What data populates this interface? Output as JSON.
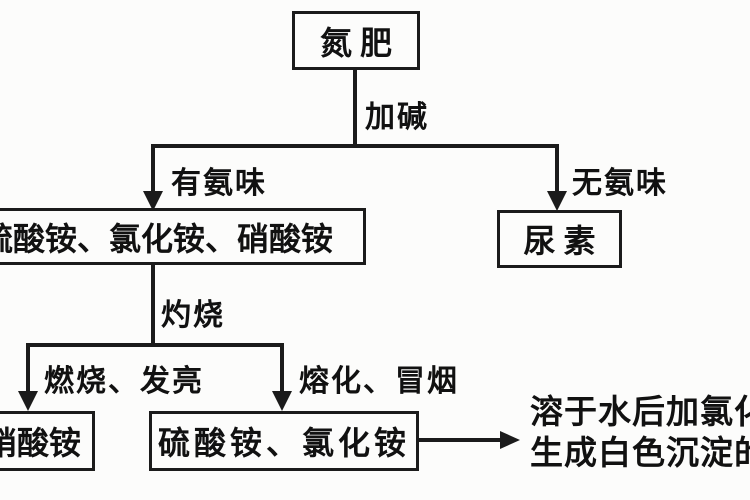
{
  "flowchart": {
    "nodes": {
      "root": "氮  肥",
      "ammonium_salts": "硫酸铵、氯化铵、硝酸铵",
      "urea": "尿  素",
      "nitrate": "硝酸铵",
      "sulfate_chloride": "硫酸铵、氯化铵"
    },
    "edge_labels": {
      "add_alkali": "加碱",
      "has_ammonia_smell": "有氨味",
      "no_ammonia_smell": "无氨味",
      "calcine": "灼烧",
      "burns_glows": "燃烧、发亮",
      "melts_smokes": "熔化、冒烟"
    },
    "result_note": {
      "line1": "溶于水后加氯化",
      "line2": "生成白色沉淀的"
    },
    "colors": {
      "line": "#1b1b1b",
      "background": "#fcfcfb",
      "text": "#111111"
    }
  }
}
